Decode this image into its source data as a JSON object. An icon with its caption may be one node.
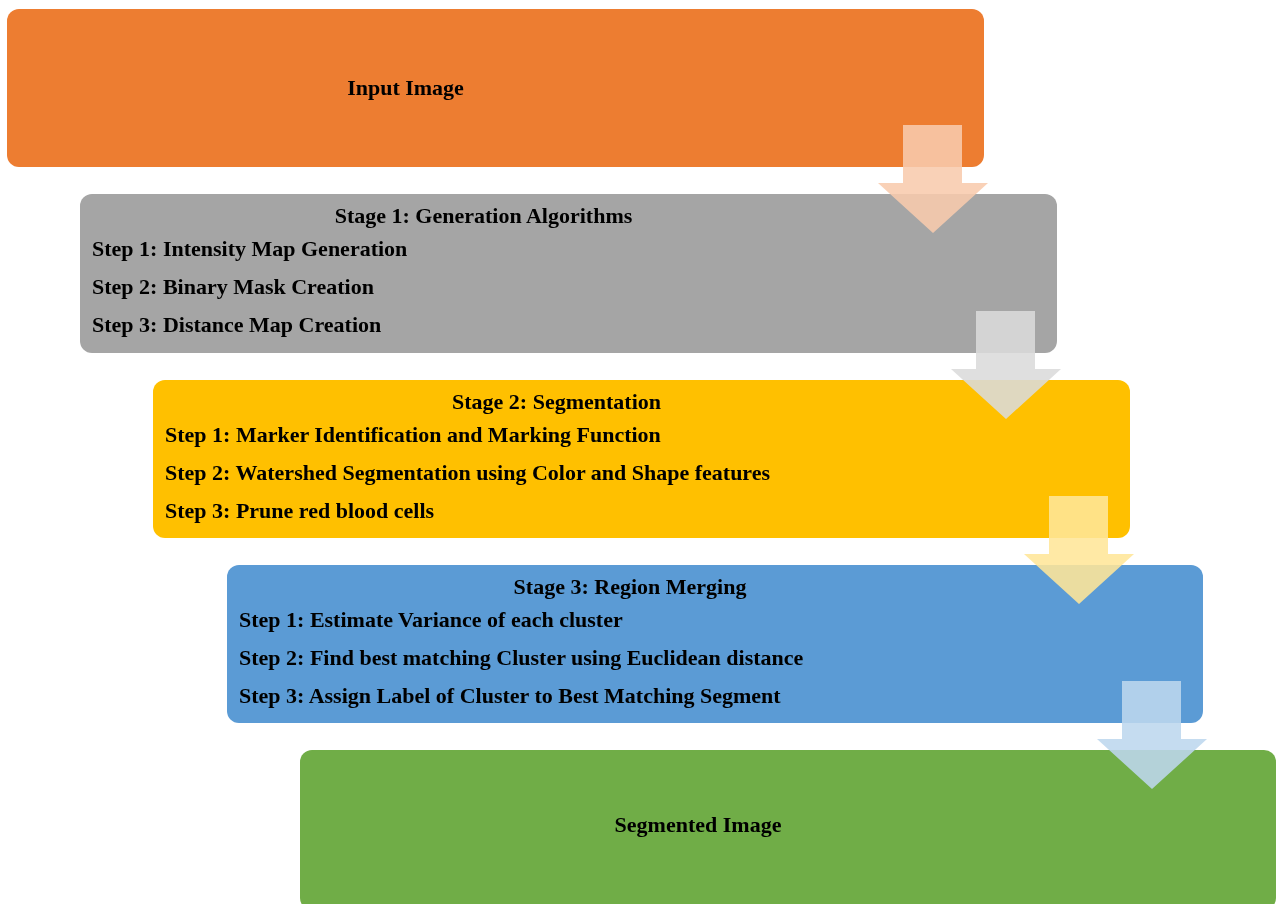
{
  "diagram": {
    "nodes": [
      {
        "text": [
          "Input Image"
        ]
      },
      {
        "text": [
          "Stage 1: Generation Algorithms",
          "Step 1: Intensity Map Generation",
          "Step 2: Binary Mask Creation",
          "Step 3: Distance Map Creation"
        ]
      },
      {
        "text": [
          "Stage 2: Segmentation",
          "Step 1: Marker Identification and Marking Function",
          "Step 2: Watershed Segmentation using Color and Shape features",
          "Step 3: Prune red blood cells"
        ]
      },
      {
        "text": [
          "Stage 3: Region Merging",
          "Step 1: Estimate Variance of each cluster",
          "Step 2: Find best matching Cluster using Euclidean distance",
          "Step 3: Assign Label of Cluster to Best Matching Segment"
        ]
      },
      {
        "text": [
          "Segmented Image"
        ]
      }
    ],
    "edges": [
      {
        "from": 0,
        "to": 1,
        "arrow": "to",
        "style": "thick",
        "color": "#f8cbad"
      },
      {
        "from": 1,
        "to": 2,
        "arrow": "to",
        "style": "thick",
        "color": "#dbdbdb"
      },
      {
        "from": 2,
        "to": 3,
        "arrow": "to",
        "style": "thick",
        "color": "#ffe699"
      },
      {
        "from": 3,
        "to": 4,
        "arrow": "to",
        "style": "thick",
        "color": "#bdd7ee"
      }
    ]
  }
}
